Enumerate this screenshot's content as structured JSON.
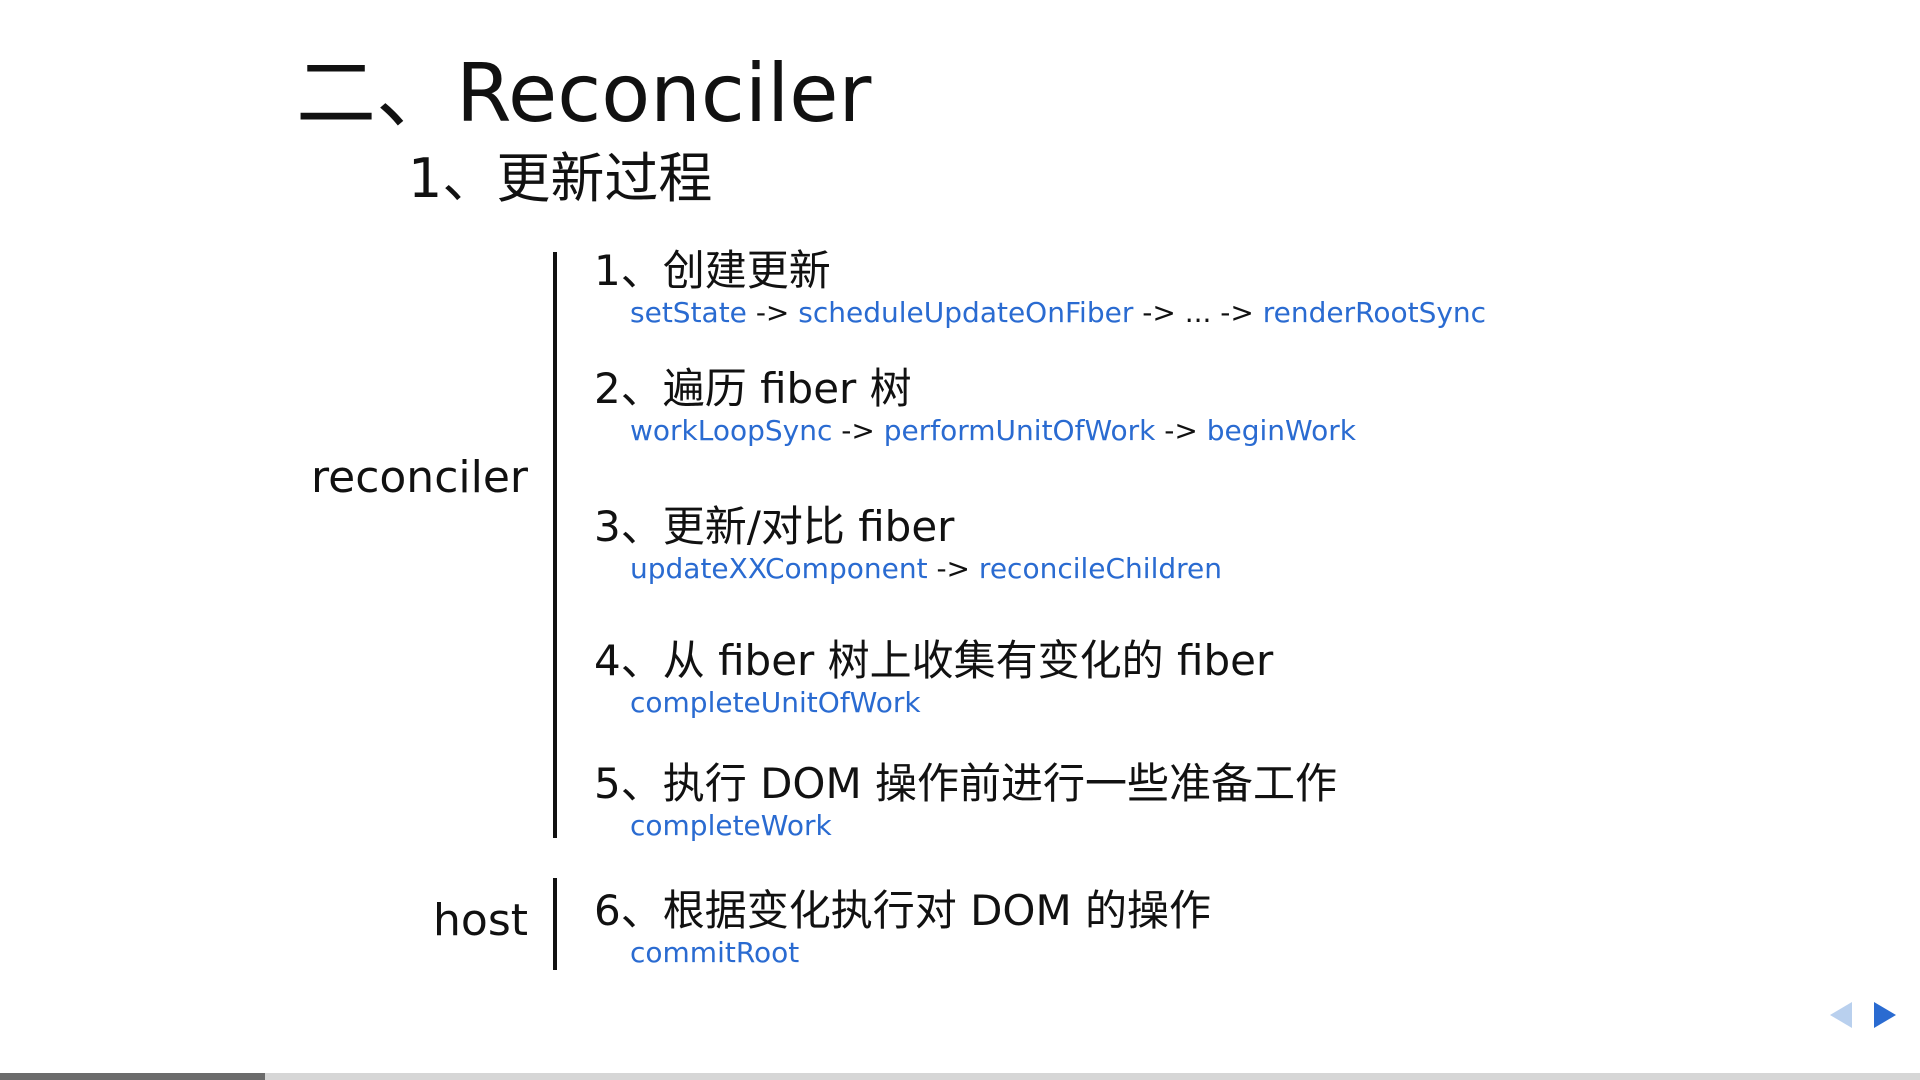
{
  "slide": {
    "title": "二、Reconciler",
    "subtitle": "1、更新过程"
  },
  "groups": {
    "reconciler_label": "reconciler",
    "host_label": "host"
  },
  "steps": [
    {
      "title": "1、创建更新",
      "chain": [
        {
          "text": "setState",
          "kind": "fn"
        },
        {
          "text": " -> ",
          "kind": "arrow"
        },
        {
          "text": "scheduleUpdateOnFiber",
          "kind": "fn"
        },
        {
          "text": " -> ... -> ",
          "kind": "arrow"
        },
        {
          "text": "renderRootSync",
          "kind": "fn"
        }
      ]
    },
    {
      "title": "2、遍历 fiber 树",
      "chain": [
        {
          "text": "workLoopSync",
          "kind": "fn"
        },
        {
          "text": " -> ",
          "kind": "arrow"
        },
        {
          "text": "performUnitOfWork",
          "kind": "fn"
        },
        {
          "text": " -> ",
          "kind": "arrow"
        },
        {
          "text": "beginWork",
          "kind": "fn"
        }
      ]
    },
    {
      "title": "3、更新/对比 fiber",
      "chain": [
        {
          "text": "updateXXComponent",
          "kind": "fn"
        },
        {
          "text": " -> ",
          "kind": "arrow"
        },
        {
          "text": "reconcileChildren",
          "kind": "fn"
        }
      ]
    },
    {
      "title": "4、从 fiber 树上收集有变化的 fiber",
      "chain": [
        {
          "text": "completeUnitOfWork",
          "kind": "fn"
        }
      ]
    },
    {
      "title": "5、执行 DOM 操作前进行一些准备工作",
      "chain": [
        {
          "text": "completeWork",
          "kind": "fn"
        }
      ]
    },
    {
      "title": "6、根据变化执行对 DOM 的操作",
      "chain": [
        {
          "text": "commitRoot",
          "kind": "fn"
        }
      ]
    }
  ],
  "colors": {
    "link": "#2a6bd1",
    "nav_prev": "#b9d0ee",
    "nav_next": "#2a6bd1"
  },
  "progress": {
    "fraction": 0.138
  }
}
